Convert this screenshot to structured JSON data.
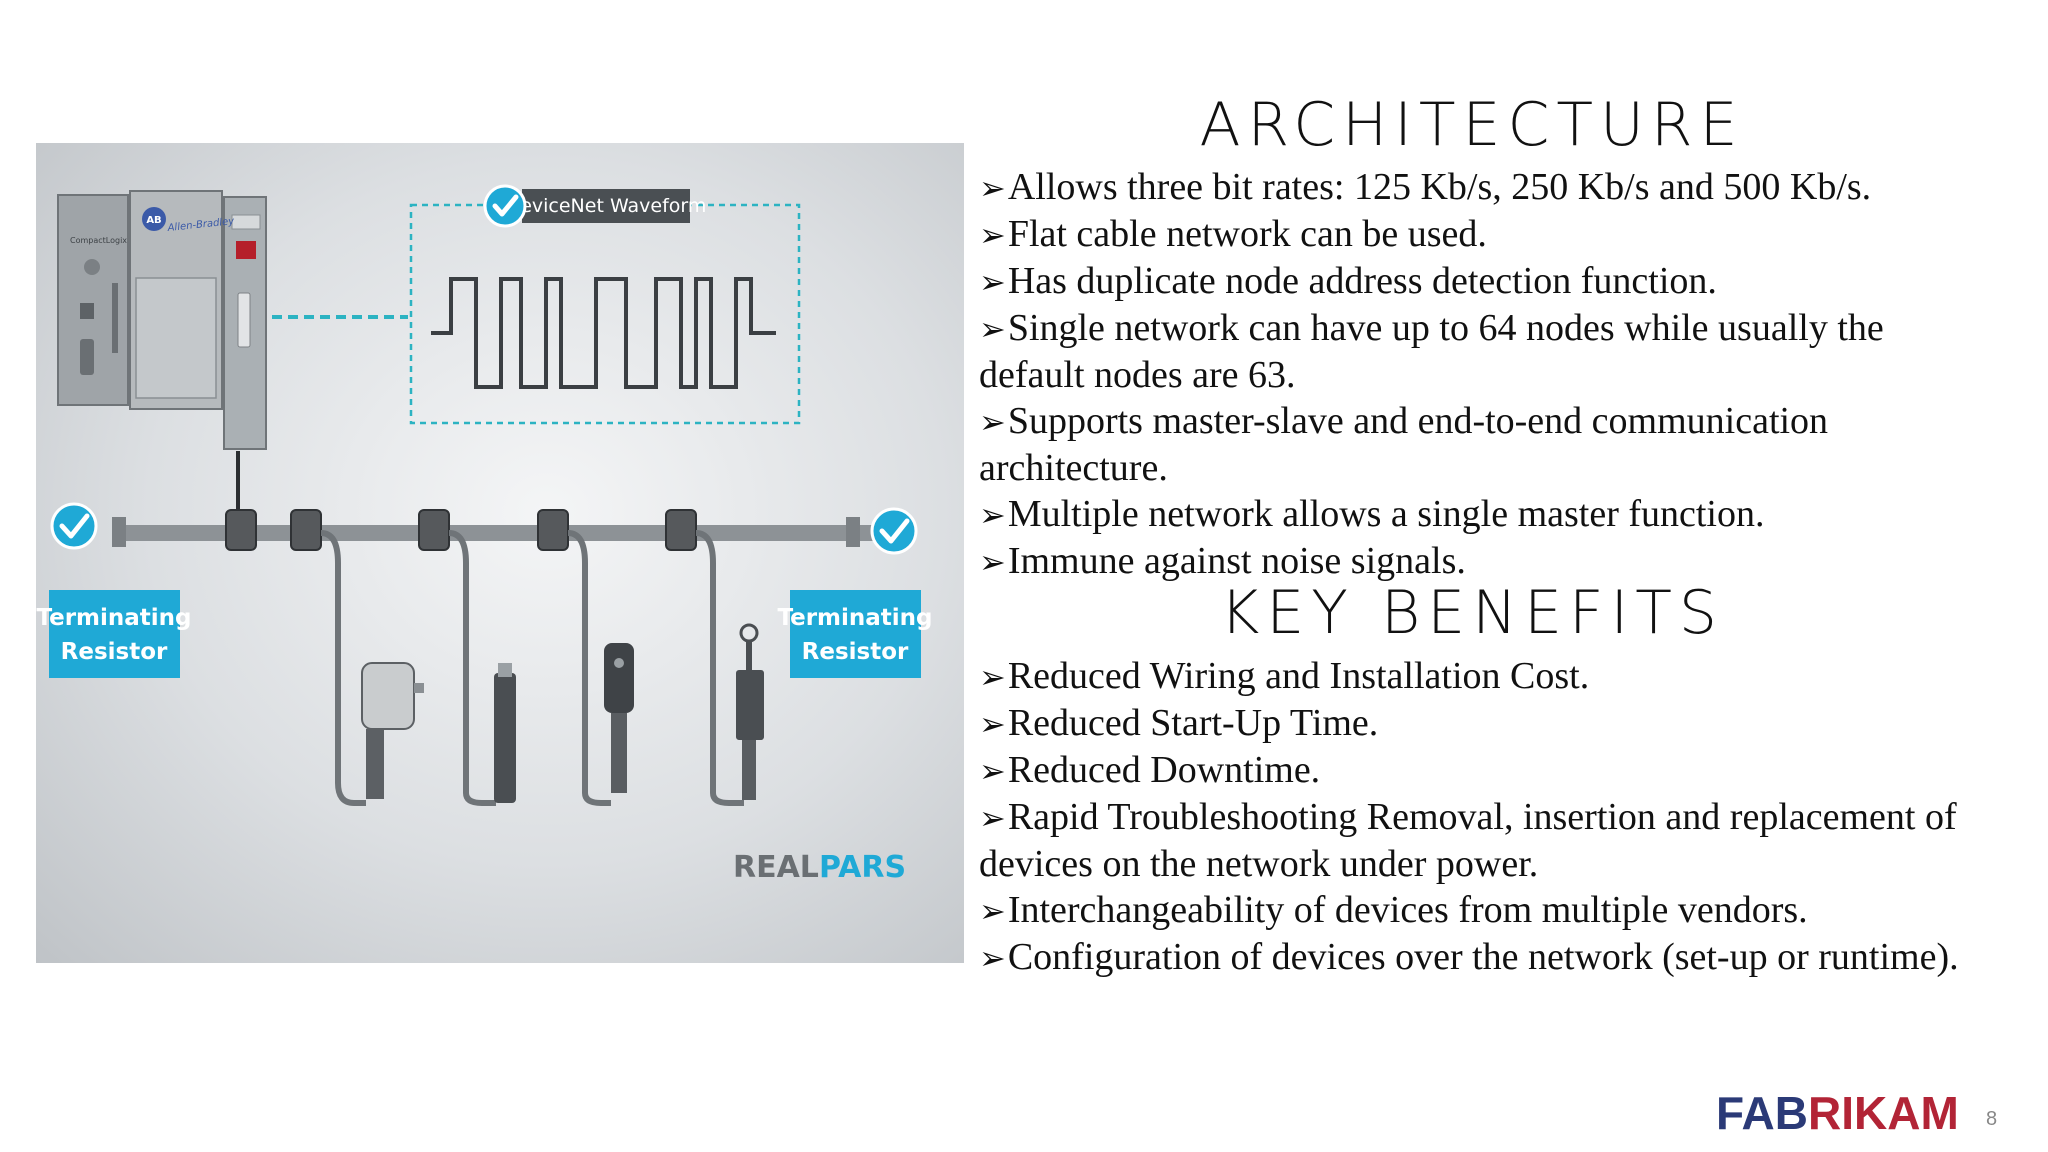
{
  "slide": {
    "figure": {
      "waveform_label": "DeviceNet Waveform",
      "plc_brand": "Allen-Bradley",
      "plc_model": "CompactLogix",
      "plc_badge": "AB",
      "terminator_left": [
        "Terminating",
        "Resistor"
      ],
      "terminator_right": [
        "Terminating",
        "Resistor"
      ],
      "watermark_a": "REAL",
      "watermark_b": "PARS"
    },
    "architecture": {
      "title": "ARCHITECTURE",
      "bullet_symbol": "➢",
      "items": [
        "Allows three bit rates: 125 Kb/s, 250 Kb/s and 500 Kb/s.",
        "Flat cable network can be used.",
        "Has duplicate node address detection function.",
        "Single network can have up to 64 nodes while usually the default nodes are 63.",
        "Supports master-slave and end-to-end communication architecture.",
        "Multiple network allows a single master function.",
        "Immune against noise signals."
      ]
    },
    "key_benefits": {
      "title": "KEY BENEFITS",
      "bullet_symbol": "➢",
      "items": [
        "Reduced Wiring and Installation Cost.",
        "Reduced Start-Up Time.",
        "Reduced Downtime.",
        "Rapid Troubleshooting Removal, insertion and replacement of devices on the network under power.",
        "Interchangeability of devices from multiple vendors.",
        "Configuration of devices over the network (set-up or runtime)."
      ]
    },
    "footer": {
      "logo_part1": "FAB",
      "logo_part2": "RIKAM",
      "page_number": "8"
    },
    "colors": {
      "accent_cyan": "#1fa9d6",
      "logo_blue": "#2b3a77",
      "logo_red": "#b22436",
      "cable_gray": "#8d9296"
    }
  }
}
